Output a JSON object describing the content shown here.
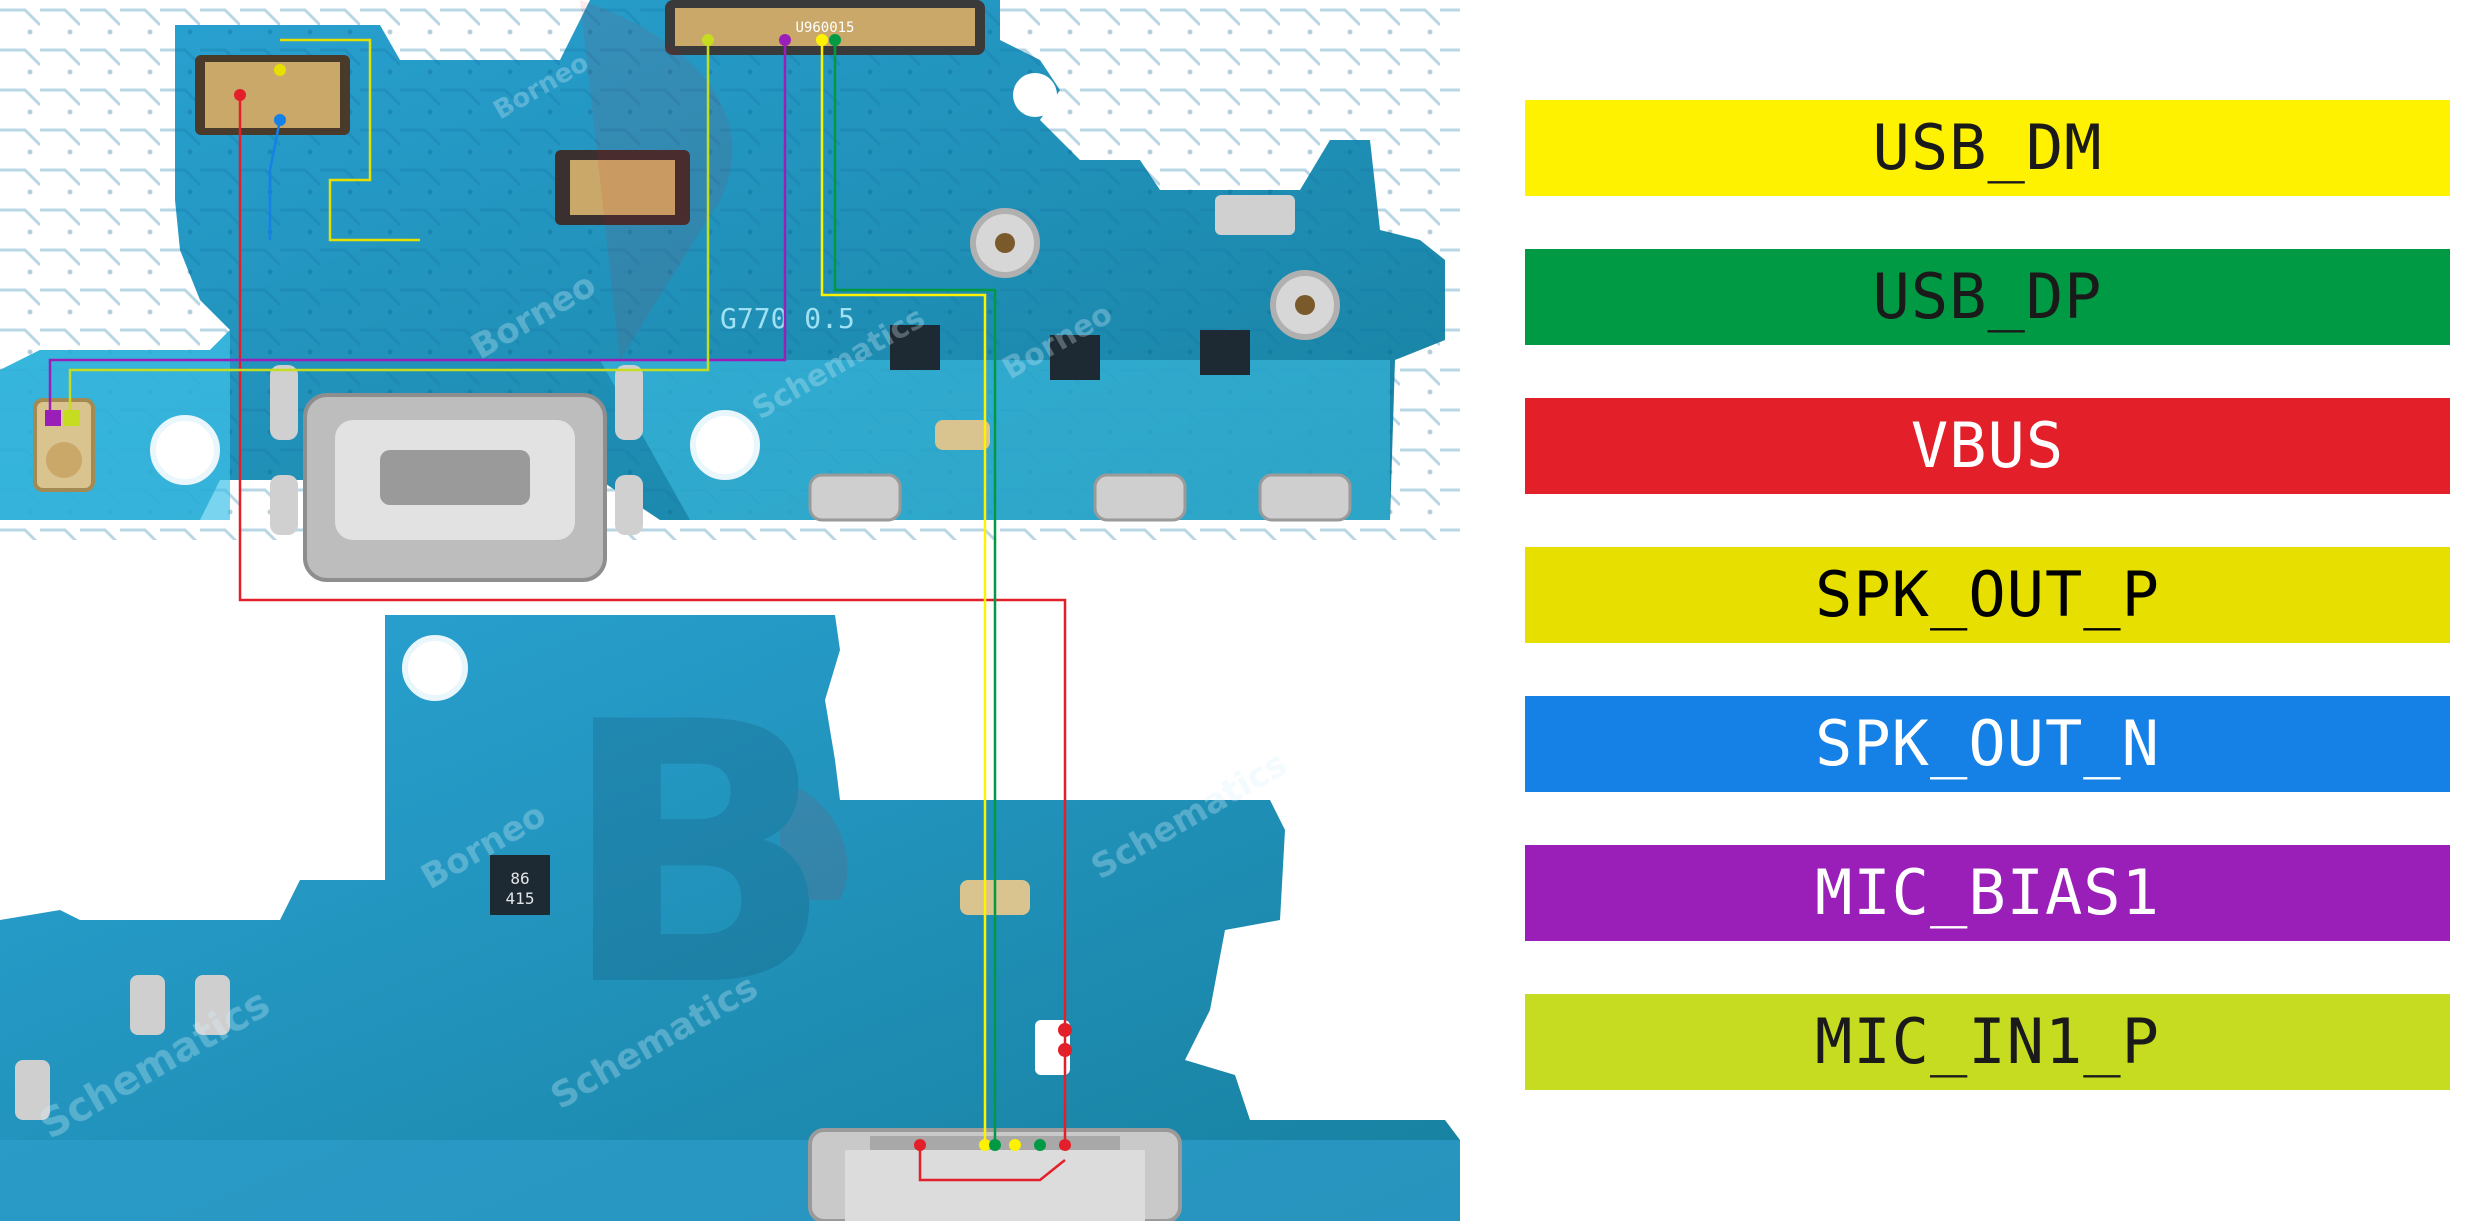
{
  "diagram": {
    "board_marking": "G770 0.5",
    "connector_marking": "U960015",
    "ic_marking_1": "86",
    "ic_marking_2": "415",
    "watermark_brand_1": "Borneo",
    "watermark_brand_2": "Schematics"
  },
  "legend": {
    "items": [
      {
        "label": "USB_DM",
        "color": "#fff200",
        "text_color": "#1a1a1a"
      },
      {
        "label": "USB_DP",
        "color": "#009a44",
        "text_color": "#1a1a1a"
      },
      {
        "label": "VBUS",
        "color": "#e3202a",
        "text_color": "#ffffff"
      },
      {
        "label": "SPK_OUT_P",
        "color": "#e6df00",
        "text_color": "#000000"
      },
      {
        "label": "SPK_OUT_N",
        "color": "#1580e6",
        "text_color": "#ffffff"
      },
      {
        "label": "MIC_BIAS1",
        "color": "#9a1fb8",
        "text_color": "#ffffff"
      },
      {
        "label": "MIC_IN1_P",
        "color": "#c6dc20",
        "text_color": "#1a1a1a"
      }
    ]
  },
  "colors": {
    "pcb": "#1c8fc0",
    "pcb_dark": "#0f6a98",
    "pcb_light": "#40c0e6",
    "gold": "#c9a86a",
    "silver": "#cfcfcf"
  }
}
